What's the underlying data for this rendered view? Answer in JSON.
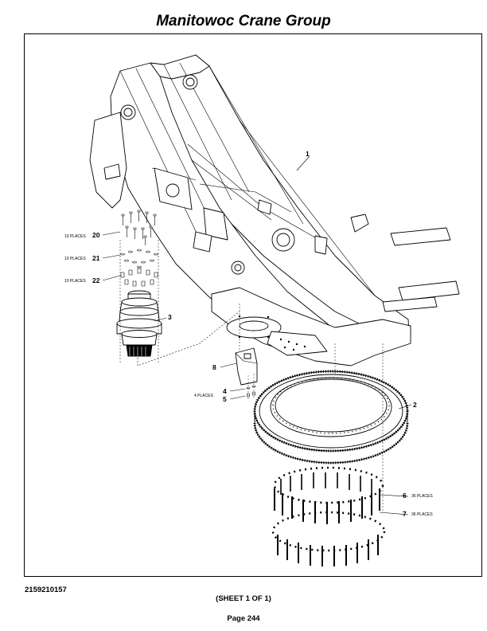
{
  "header": {
    "title": "Manitowoc Crane Group"
  },
  "footer": {
    "drawing_number": "2159210157",
    "sheet": "(SHEET 1 OF 1)",
    "page": "Page 244"
  },
  "callouts": [
    {
      "id": "1",
      "label": "1",
      "note": ""
    },
    {
      "id": "2",
      "label": "2",
      "note": ""
    },
    {
      "id": "3",
      "label": "3",
      "note": ""
    },
    {
      "id": "4",
      "label": "4",
      "note": "4 PLACES"
    },
    {
      "id": "5",
      "label": "5",
      "note": ""
    },
    {
      "id": "6",
      "label": "6",
      "note": "36 PLACES"
    },
    {
      "id": "7",
      "label": "7",
      "note": "36 PLACES"
    },
    {
      "id": "8",
      "label": "8",
      "note": ""
    },
    {
      "id": "20",
      "label": "20",
      "note": "10 PLACES"
    },
    {
      "id": "21",
      "label": "21",
      "note": "10 PLACES"
    },
    {
      "id": "22",
      "label": "22",
      "note": "10 PLACES"
    }
  ]
}
